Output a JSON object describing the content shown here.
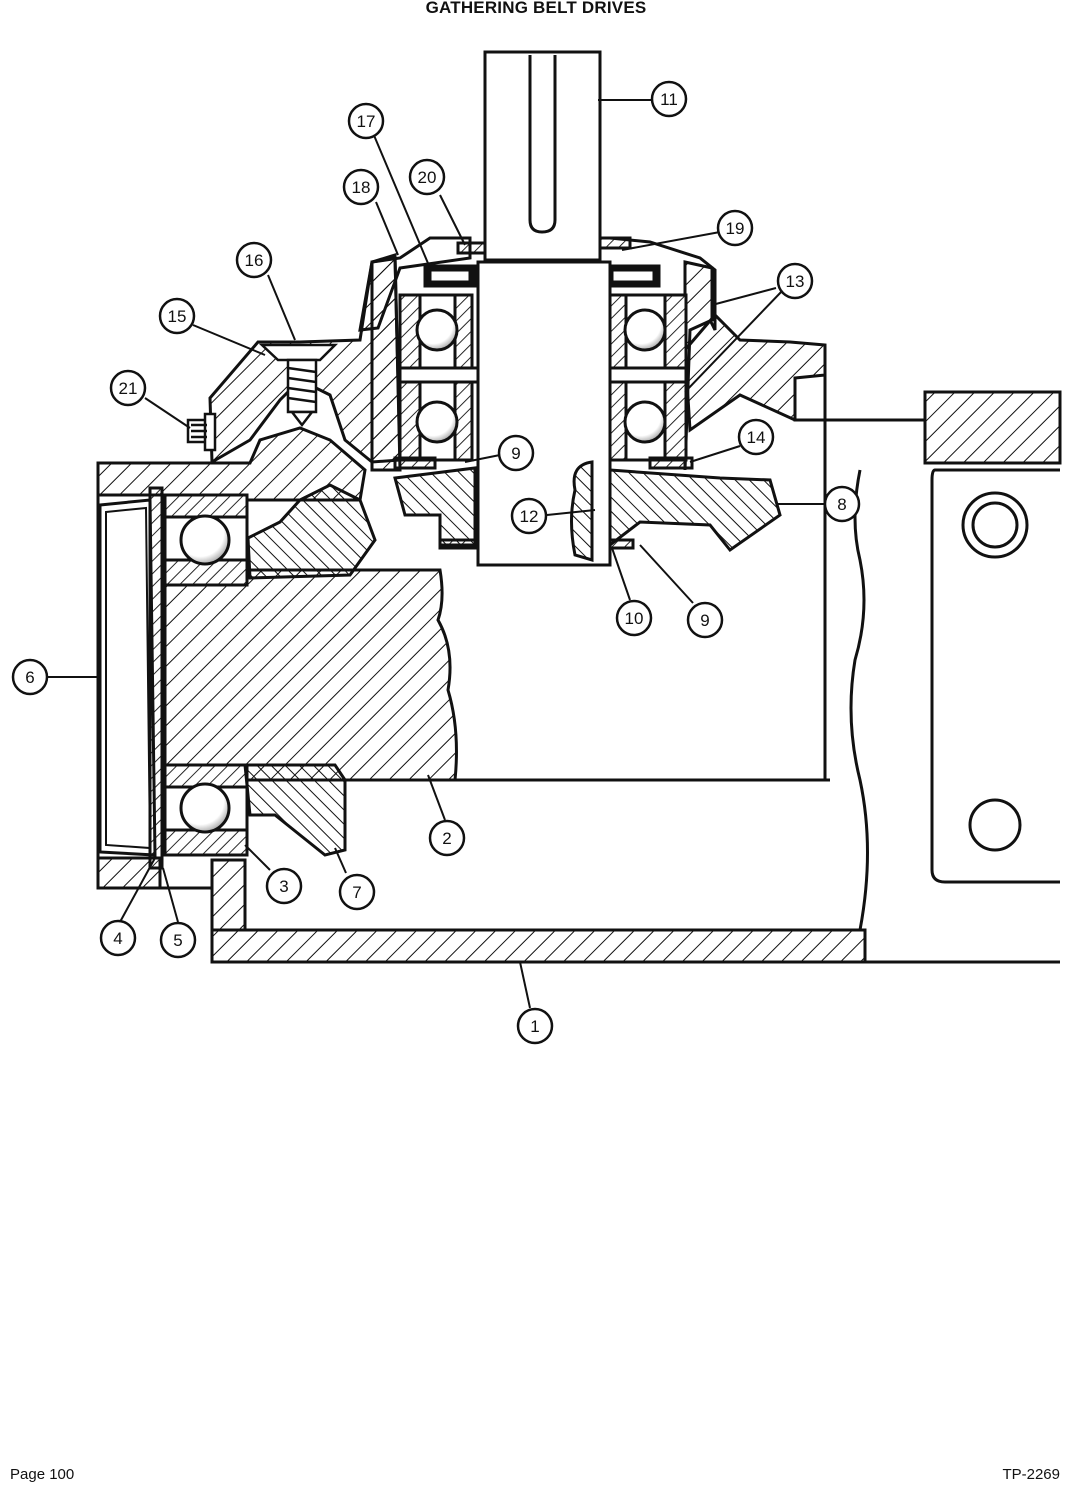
{
  "header": {
    "title": "GATHERING BELT DRIVES"
  },
  "footer": {
    "page": "Page 100",
    "doc_number": "TP-2269"
  },
  "callouts": [
    "1",
    "2",
    "3",
    "4",
    "5",
    "6",
    "7",
    "8",
    "9",
    "9",
    "10",
    "11",
    "12",
    "13",
    "14",
    "15",
    "16",
    "17",
    "18",
    "19",
    "20",
    "21"
  ]
}
